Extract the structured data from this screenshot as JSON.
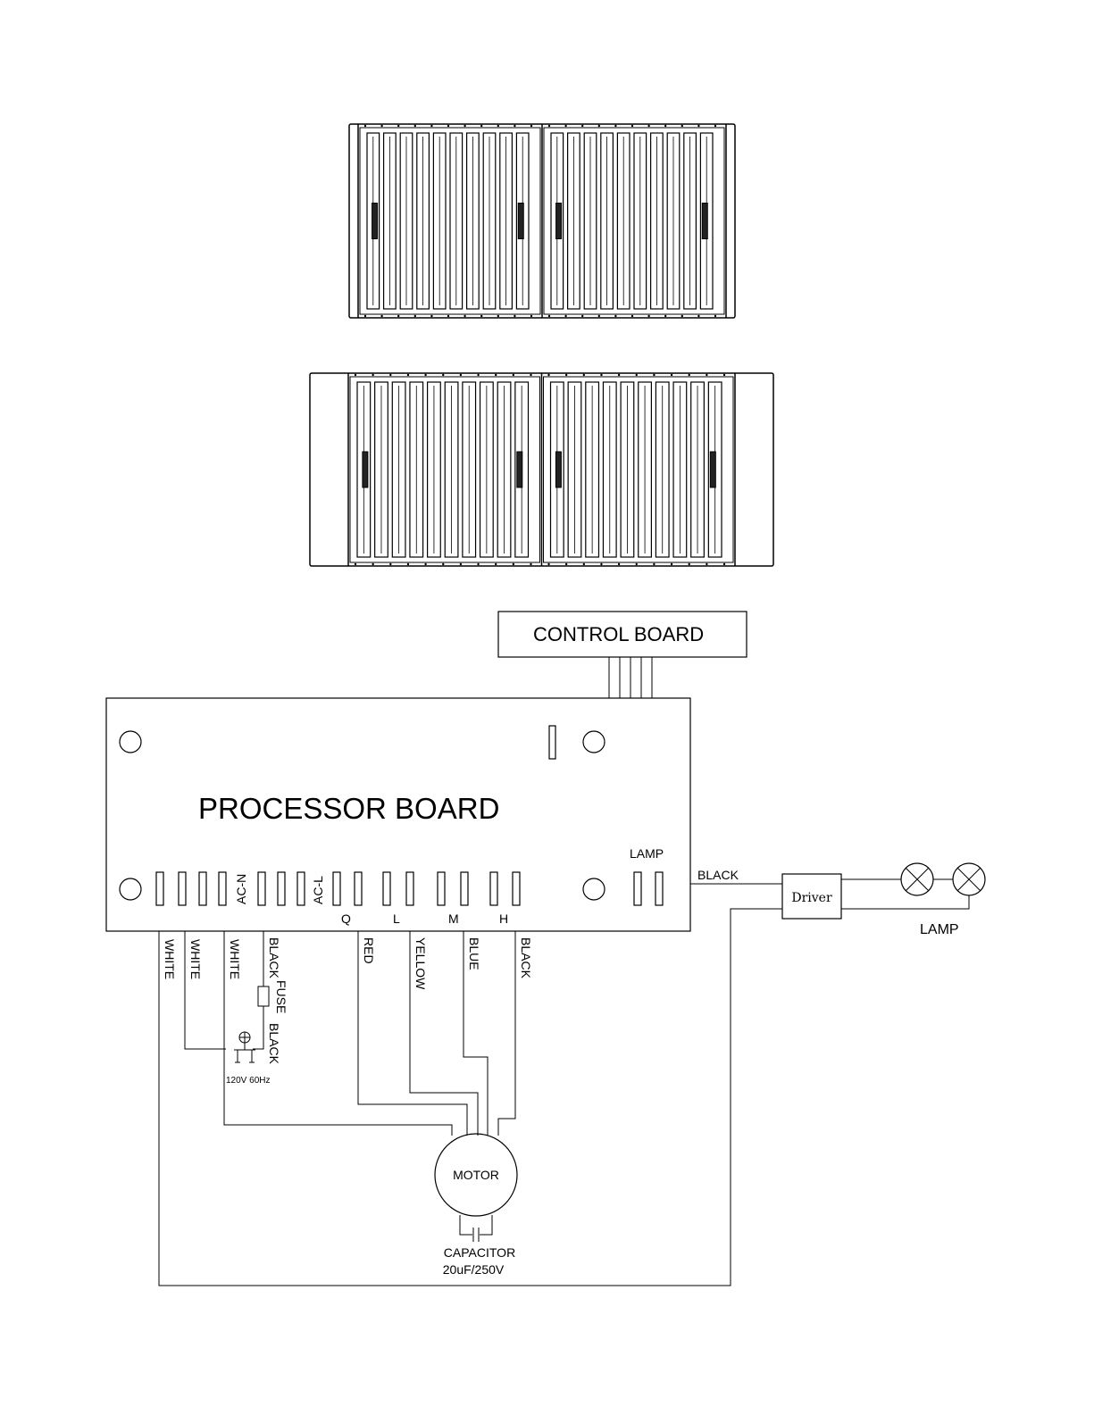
{
  "diagram": {
    "control_board": "CONTROL BOARD",
    "processor_board": "PROCESSOR BOARD",
    "lamp_header": "LAMP",
    "ac_n": "AC-N",
    "ac_l": "AC-L",
    "speed_terminals": [
      "Q",
      "L",
      "M",
      "H"
    ],
    "wire_labels": {
      "white_1": "WHITE",
      "white_2": "WHITE",
      "white_3": "WHITE",
      "black_fuse_top": "BLACK",
      "fuse": "FUSE",
      "black_fuse_bottom": "BLACK",
      "red": "RED",
      "yellow": "YELLOW",
      "blue": "BLUE",
      "black_h": "BLACK",
      "black_lamp": "BLACK"
    },
    "supply": "120V 60Hz",
    "motor": "MOTOR",
    "capacitor": "CAPACITOR",
    "capacitor_rating": "20uF/250V",
    "driver": "Driver",
    "lamp_label": "LAMP"
  }
}
